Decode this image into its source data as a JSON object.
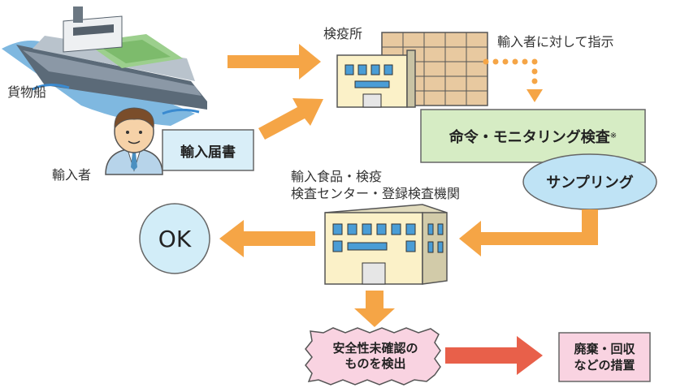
{
  "labels": {
    "ship": "貨物船",
    "importer": "輸入者",
    "quarantine": "検疫所",
    "instruct": "輸入者に対して指示",
    "form": "輸入届書",
    "order": "命令・モニタリング検査",
    "order_mark": "※",
    "sampling": "サンプリング",
    "lab_line1": "輸入食品・検疫",
    "lab_line2": "検査センター・登録検査機関",
    "ok": "OK",
    "unsafe_line1": "安全性未確認の",
    "unsafe_line2": "ものを検出",
    "dispose_line1": "廃棄・回収",
    "dispose_line2": "などの措置"
  },
  "colors": {
    "arrow": "#f5a546",
    "red_arrow": "#e8604a",
    "form_box": "#d9eef8",
    "order_box": "#d6ecc4",
    "sampling_ellipse": "#bfe3f5",
    "ok_circle": "#d2edf8",
    "pink_box": "#f9d3e1"
  },
  "icons": [
    "cargo-ship-icon",
    "importer-person-icon",
    "quarantine-building-icon",
    "lab-building-icon"
  ]
}
